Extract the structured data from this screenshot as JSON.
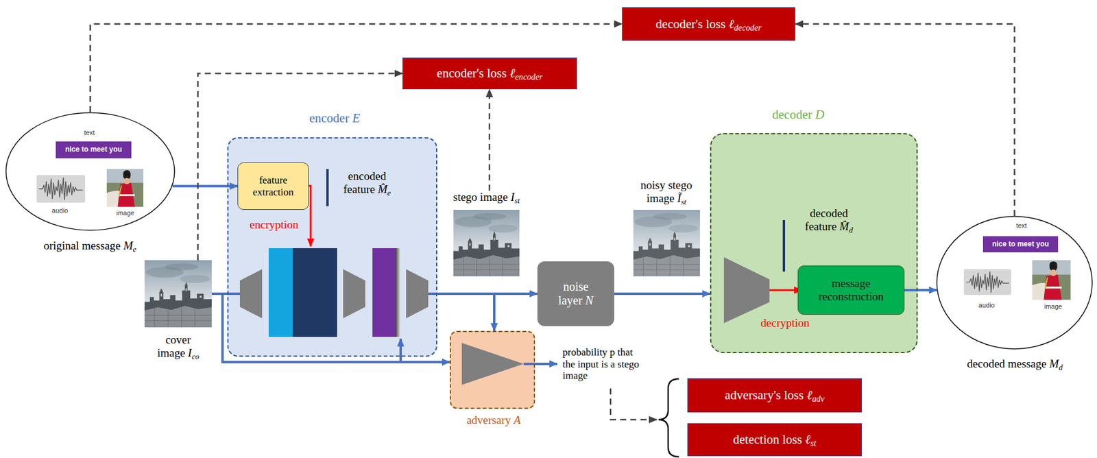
{
  "diagram": {
    "nodes": [
      {
        "text": [
          "decoder's loss ℓdecoder"
        ]
      },
      {
        "text": [
          "encoder's loss ℓencoder"
        ]
      },
      {
        "text": [
          "text",
          "audio",
          "image",
          "original message Me"
        ]
      },
      {
        "text": [
          "nice to meet you"
        ],
        "in": 2
      },
      {
        "text": [
          "encoder E"
        ]
      },
      {
        "text": [
          "feature extraction"
        ],
        "in": 4
      },
      {
        "text": [
          "stego image Ist"
        ]
      },
      {
        "text": [
          "noisy stego image Ĩst"
        ]
      },
      {
        "text": [
          "decoder D"
        ]
      },
      {
        "text": [
          "message reconstruction"
        ],
        "in": 8
      },
      {
        "text": [
          "text",
          "audio",
          "image",
          "decoded message Md"
        ]
      },
      {
        "text": [
          "nice to meet you"
        ],
        "in": 10
      },
      {
        "text": [
          "cover image Ico"
        ]
      },
      {
        "text": [
          "noise layer N"
        ]
      },
      {
        "text": [
          "adversary A"
        ]
      },
      {
        "text": [
          "adversary's loss ℓadv"
        ]
      },
      {
        "text": [
          "detection loss ℓst"
        ]
      }
    ],
    "edges": [
      {
        "from": 2,
        "to": 5,
        "arrow": "to"
      },
      {
        "from": 2,
        "to": 0,
        "arrow": "to"
      },
      {
        "from": 10,
        "to": 0,
        "arrow": "to"
      },
      {
        "from": 12,
        "to": 1,
        "arrow": "to"
      },
      {
        "from": 6,
        "to": 1,
        "arrow": "to"
      },
      {
        "from": 12,
        "to": 4,
        "arrow": "none"
      },
      {
        "from": 12,
        "to": 14,
        "arrow": "to"
      },
      {
        "from": 4,
        "to": 13,
        "arrow": "to"
      },
      {
        "from": 4,
        "to": 14,
        "arrow": "to"
      },
      {
        "from": 13,
        "to": 8,
        "arrow": "to"
      },
      {
        "from": 9,
        "to": 10,
        "arrow": "to"
      }
    ],
    "labels": [
      "encoded feature M̂e",
      "encryption",
      "decoded feature M̂d",
      "decryption",
      "probability p that the input is a stego image"
    ]
  }
}
